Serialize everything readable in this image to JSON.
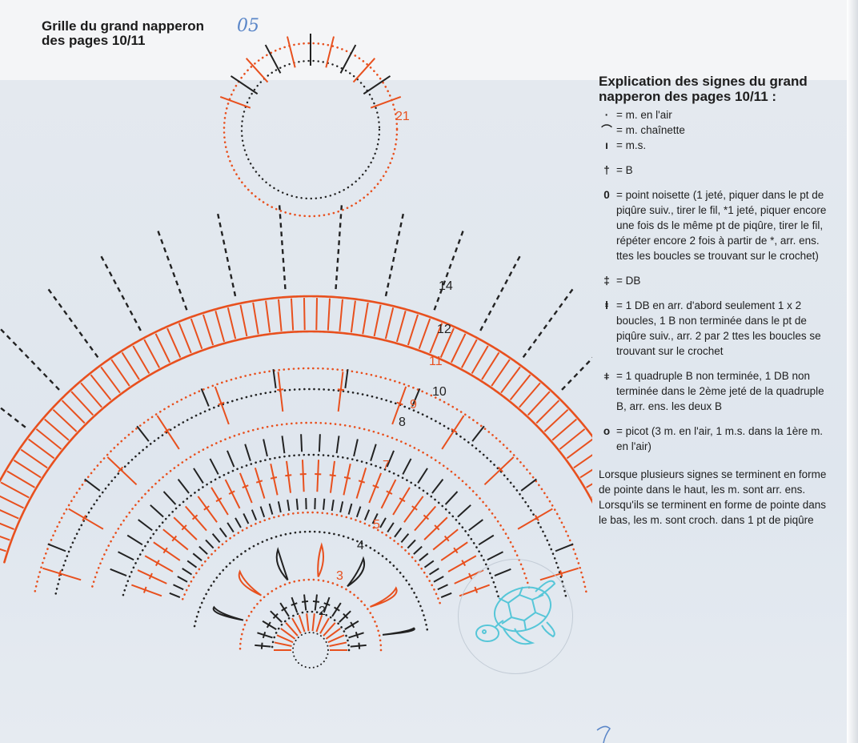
{
  "header": {
    "title": "Grille du grand napperon\ndes pages 10/11",
    "handwritten_note": "05"
  },
  "round_labels": [
    {
      "text": "2",
      "color": "black"
    },
    {
      "text": "3",
      "color": "orange"
    },
    {
      "text": "4",
      "color": "black"
    },
    {
      "text": "5",
      "color": "orange"
    },
    {
      "text": "7",
      "color": "orange"
    },
    {
      "text": "8",
      "color": "black"
    },
    {
      "text": "9",
      "color": "orange"
    },
    {
      "text": "10",
      "color": "black"
    },
    {
      "text": "11",
      "color": "orange"
    },
    {
      "text": "12",
      "color": "black"
    },
    {
      "text": "14",
      "color": "black"
    },
    {
      "text": "21",
      "color": "orange"
    }
  ],
  "legend": {
    "title": "Explication des signes du grand napperon des pages 10/11  :",
    "items": [
      {
        "symbol": "·",
        "text": "= m. en l'air"
      },
      {
        "symbol": "⌒",
        "text": "= m. chaînette"
      },
      {
        "symbol": "ı",
        "text": "= m.s."
      },
      {
        "symbol": "†",
        "text": "= B"
      },
      {
        "symbol": "0",
        "text": "= point noisette (1 jeté, piquer dans le pt de piqûre suiv., tirer le fil, *1 jeté, piquer encore une fois ds le même pt de piqûre, tirer le fil, répéter encore 2 fois à partir de *, arr. ens. ttes les boucles se trouvant sur le crochet)"
      },
      {
        "symbol": "‡",
        "text": "= DB"
      },
      {
        "symbol": "ⱡ",
        "text": "= 1 DB en arr. d'abord seulement 1 x 2 boucles, 1 B non terminée dans le pt de piqûre suiv., arr. 2 par 2 ttes les boucles se trouvant sur le crochet"
      },
      {
        "symbol": "⧧",
        "text": "= 1 quadruple B non terminée, 1 DB non terminée dans le 2ème jeté de la quadruple B, arr. ens. les deux B"
      },
      {
        "symbol": "o",
        "text": "= picot (3 m. en l'air, 1 m.s. dans la 1ère m. en l'air)"
      }
    ],
    "note": "Lorsque plusieurs signes se terminent en forme de pointe dans le haut, les m. sont arr. ens. Lorsqu'ils se terminent en forme de pointe dans le bas, les m. sont croch. dans 1 pt de piqûre"
  },
  "colors": {
    "orange": "#e8501e",
    "black": "#222222",
    "stamp": "#56c6d8",
    "handwriting": "#5a86c8"
  },
  "icons": {
    "stamp": "turtle-stamp-icon"
  }
}
